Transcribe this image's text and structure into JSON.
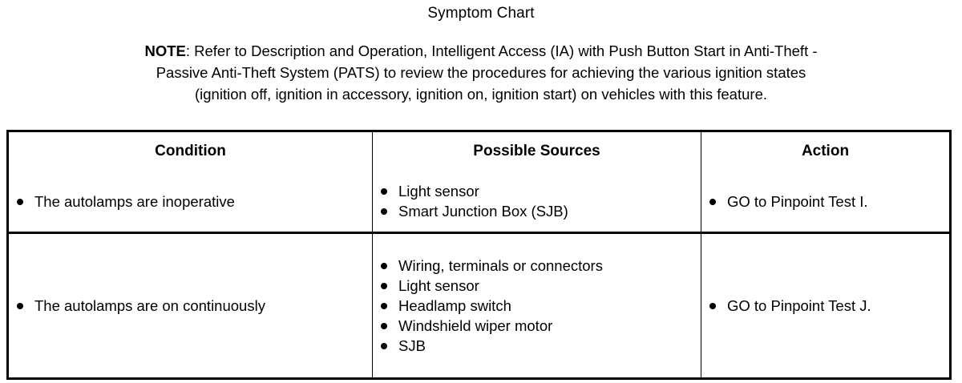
{
  "title": "Symptom Chart",
  "note": {
    "label": "NOTE",
    "lines": [
      ": Refer to Description and Operation, Intelligent Access (IA) with Push Button Start in Anti-Theft -",
      "Passive Anti-Theft System (PATS) to review the procedures for achieving the various ignition states",
      "(ignition off, ignition in accessory, ignition on, ignition start) on vehicles with this feature."
    ]
  },
  "table": {
    "headers": [
      "Condition",
      "Possible Sources",
      "Action"
    ],
    "rows": [
      {
        "condition": [
          "The autolamps are inoperative"
        ],
        "sources": [
          "Light sensor",
          "Smart Junction Box (SJB)"
        ],
        "action": [
          "GO to Pinpoint Test I."
        ]
      },
      {
        "condition": [
          "The autolamps are on continuously"
        ],
        "sources": [
          "Wiring, terminals or connectors",
          "Light sensor",
          "Headlamp switch",
          "Windshield wiper motor",
          "SJB"
        ],
        "action": [
          "GO to Pinpoint Test J."
        ]
      }
    ]
  },
  "colors": {
    "text": "#000000",
    "background": "#ffffff",
    "rule": "#000000"
  }
}
